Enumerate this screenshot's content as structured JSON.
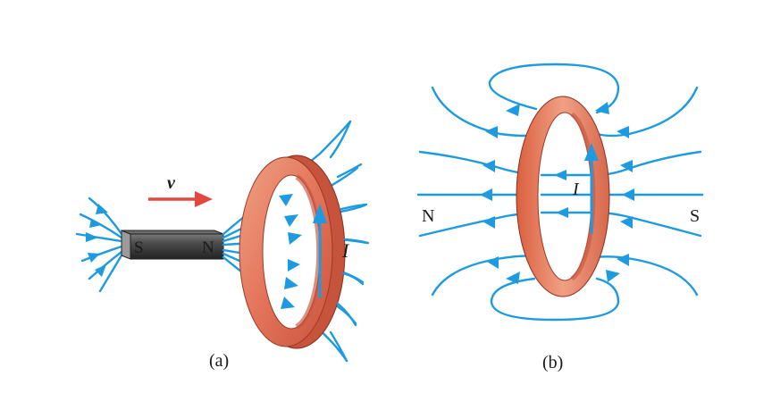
{
  "panel_a": {
    "magnet": {
      "south_label": "S",
      "north_label": "N"
    },
    "velocity_label": "v",
    "current_label": "I",
    "caption": "(a)"
  },
  "panel_b": {
    "north_label": "N",
    "south_label": "S",
    "current_label": "I",
    "caption": "(b)"
  },
  "colors": {
    "field_line": "#1e9be0",
    "ring_face": "#e98566",
    "ring_side": "#c84c35",
    "magnet_body": "#4a4a4a",
    "velocity_arrow": "#e2483f",
    "background": "#ffffff"
  }
}
